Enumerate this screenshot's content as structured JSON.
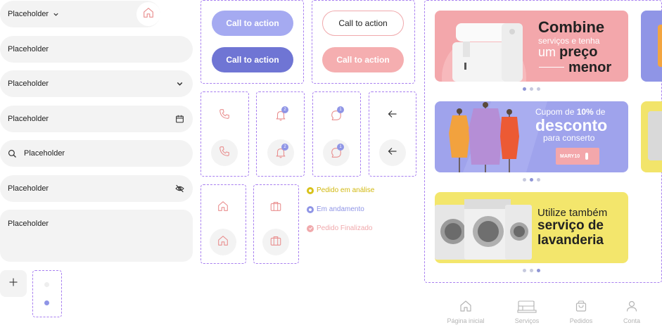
{
  "fields": {
    "dropdown_small": "Placeholder",
    "text": "Placeholder",
    "select": "Placeholder",
    "date": "Placeholder",
    "search": "Placeholder",
    "password": "Placeholder",
    "textarea": "Placeholder"
  },
  "buttons": {
    "primary_light": "Call to action",
    "primary_dark": "Call to action",
    "outline": "Call to action",
    "secondary_filled": "Call to action"
  },
  "badges": {
    "notifications": "2",
    "messages": "1"
  },
  "statuses": [
    {
      "label": "Pedido em análise",
      "color": "#d8c21a"
    },
    {
      "label": "Em andamento",
      "color": "#8f95e6"
    },
    {
      "label": "Pedido Finalizado",
      "color": "#f0a9ac"
    }
  ],
  "banners": {
    "sewing": {
      "line1": "Combine",
      "line2": "serviços e tenha",
      "line3a": "um ",
      "line3b": "preço",
      "line4": "menor"
    },
    "coupon": {
      "line1a": "Cupom de ",
      "line1b": "10%",
      "line1c": " de",
      "line2": "desconto",
      "line3": "para conserto",
      "code": "MARY10"
    },
    "laundry": {
      "line1": "Utilize também",
      "line2": "serviço de",
      "line3": "lavanderia"
    }
  },
  "nav": [
    {
      "label": "Página inicial"
    },
    {
      "label": "Serviços"
    },
    {
      "label": "Pedidos"
    },
    {
      "label": "Conta"
    }
  ],
  "colors": {
    "accent": "#8f95e6",
    "accent_dark": "#6f75d4",
    "pink": "#f0a9ac",
    "pink_icon": "#e98f8f",
    "field_bg": "#f3f3f3",
    "dash": "#a87ff0"
  }
}
